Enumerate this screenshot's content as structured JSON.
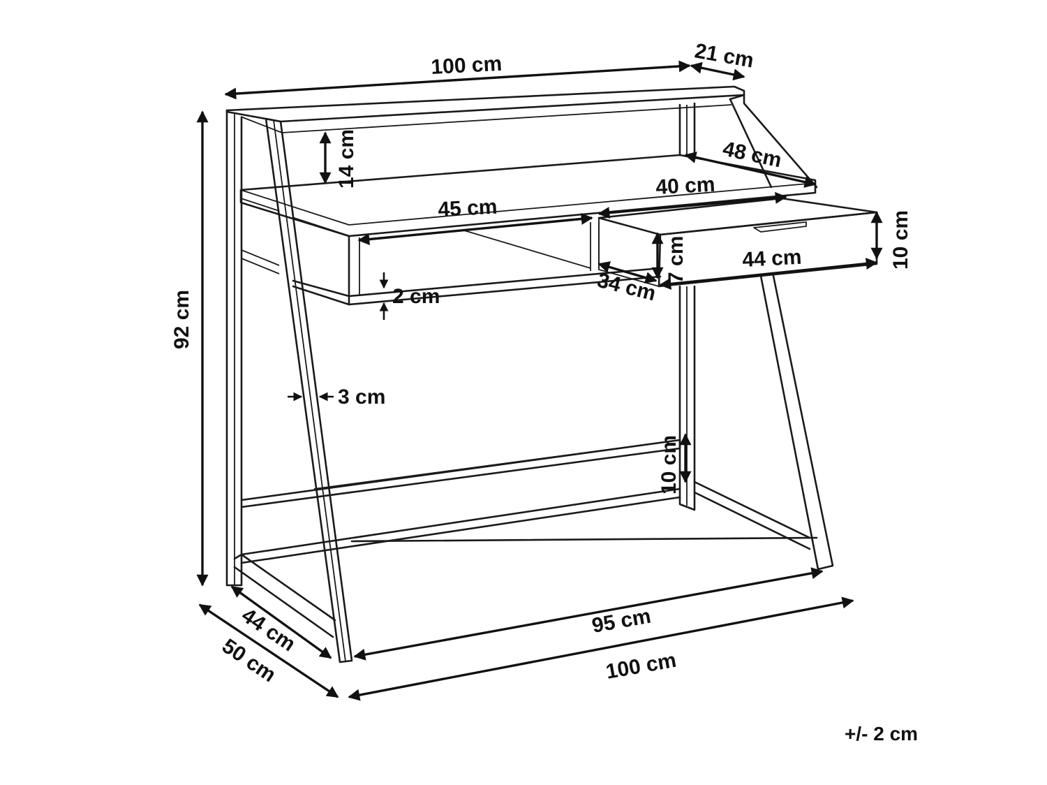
{
  "diagram": {
    "colors": {
      "line": "#1a1a1a",
      "text": "#111111",
      "background": "#ffffff"
    },
    "dimensions": {
      "top_width": "100 cm",
      "top_depth": "21 cm",
      "total_height": "92 cm",
      "shelf_height": "14 cm",
      "desk_depth": "48 cm",
      "drawer_width": "40 cm",
      "compartment_width": "45 cm",
      "drawer_front_height": "10 cm",
      "drawer_inner_height": "7 cm",
      "drawer_front_width": "44 cm",
      "drawer_depth": "34 cm",
      "board_thickness": "2 cm",
      "leg_width": "3 cm",
      "crossbar_height": "10 cm",
      "inner_base_depth": "44 cm",
      "inner_base_width": "95 cm",
      "base_depth": "50 cm",
      "base_width": "100 cm"
    },
    "tolerance_note": "+/- 2 cm"
  }
}
